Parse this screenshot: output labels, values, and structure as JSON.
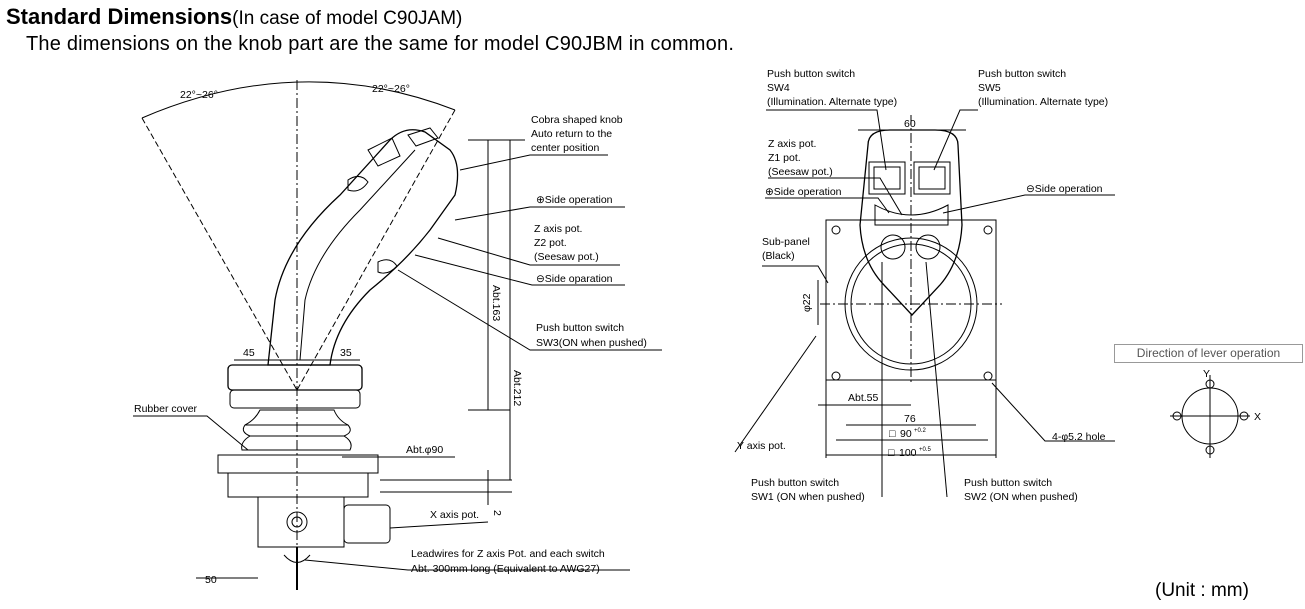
{
  "header": {
    "title": "Standard Dimensions",
    "title_note": "(In case of model C90JAM)",
    "subtitle": "The dimensions on the knob part are the same for model C90JBM in common."
  },
  "left_view": {
    "angle_left": "22°~26°",
    "angle_right": "22°~26°",
    "knob_label_1": "Cobra shaped knob",
    "knob_label_2": "Auto return to the",
    "knob_label_3": "center position",
    "plus_side": "⊕Side operation",
    "z_axis_1": "Z axis pot.",
    "z_axis_2": "Z2 pot.",
    "z_axis_3": "(Seesaw pot.)",
    "minus_side": "⊖Side oparation",
    "sw3_1": "Push button switch",
    "sw3_2": "SW3(ON when pushed)",
    "dim_45": "45",
    "dim_35": "35",
    "dim_163": "Abt.163",
    "dim_212": "Abt.212",
    "rubber_cover": "Rubber cover",
    "dim_90": "Abt.φ90",
    "x_axis": "X axis pot.",
    "dim_2": "2",
    "leads_1": "Leadwires for Z axis Pot. and each switch",
    "leads_2": "Abt. 300mm long  (Equivalent to AWG27)",
    "dim_50": "50"
  },
  "right_view": {
    "sw4_1": "Push button switch",
    "sw4_2": "SW4",
    "sw4_3": "(Illumination. Alternate type)",
    "sw5_1": "Push button switch",
    "sw5_2": "SW5",
    "sw5_3": "(Illumination. Alternate type)",
    "dim_60": "60",
    "z1_1": "Z axis pot.",
    "z1_2": "Z1 pot.",
    "z1_3": "(Seesaw pot.)",
    "plus_side": "⊕Side operation",
    "minus_side": "⊖Side operation",
    "subpanel_1": "Sub-panel",
    "subpanel_2": "(Black)",
    "dim_22": "φ22",
    "dim_55": "Abt.55",
    "dim_76": "76",
    "dim_90": "90",
    "dim_90_tol": "+0.2",
    "dim_100": "100",
    "dim_100_tol": "+0.5",
    "hole": "4-φ5.2 hole",
    "y_axis": "Y axis pot.",
    "sw1_1": "Push button switch",
    "sw1_2": "SW1 (ON when pushed)",
    "sw2_1": "Push button switch",
    "sw2_2": "SW2 (ON when pushed)"
  },
  "direction": {
    "title": "Direction of lever operation",
    "y": "Y",
    "x": "X"
  },
  "unit": "(Unit : mm)"
}
